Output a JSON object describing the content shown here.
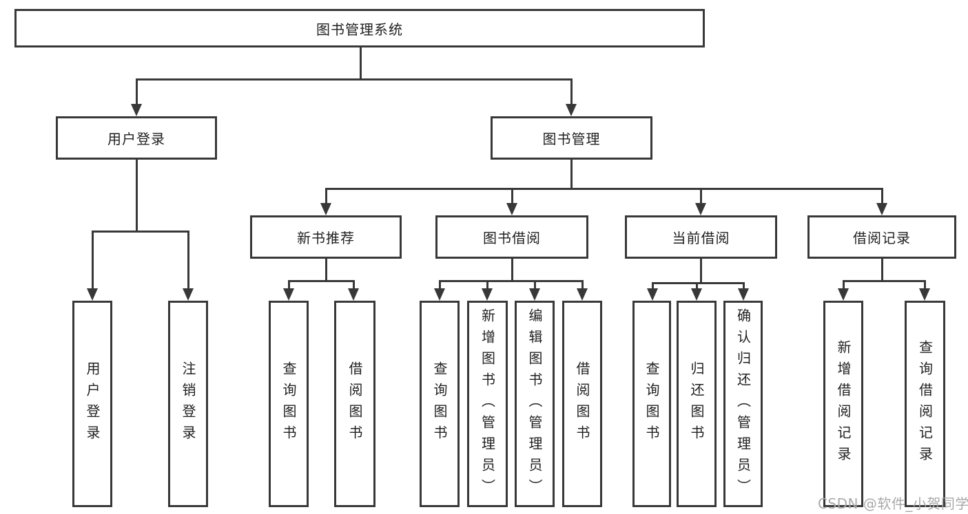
{
  "tree": {
    "label": "图书管理系统",
    "children": [
      {
        "label": "用户登录",
        "children": [
          {
            "label": "用户登录"
          },
          {
            "label": "注销登录"
          }
        ]
      },
      {
        "label": "图书管理",
        "children": [
          {
            "label": "新书推荐",
            "children": [
              {
                "label": "查询图书"
              },
              {
                "label": "借阅图书"
              }
            ]
          },
          {
            "label": "图书借阅",
            "children": [
              {
                "label": "查询图书"
              },
              {
                "label": "新增图书（管理员）"
              },
              {
                "label": "编辑图书（管理员）"
              },
              {
                "label": "借阅图书"
              }
            ]
          },
          {
            "label": "当前借阅",
            "children": [
              {
                "label": "查询图书"
              },
              {
                "label": "归还图书"
              },
              {
                "label": "确认归还（管理员）"
              }
            ]
          },
          {
            "label": "借阅记录",
            "children": [
              {
                "label": "新增借阅记录"
              },
              {
                "label": "查询借阅记录"
              }
            ]
          }
        ]
      }
    ]
  },
  "watermark": {
    "text": "CSDN @软件_小贺同学"
  },
  "colors": {
    "line": "#383838",
    "text": "#1f1f1f",
    "watermark": "#a9a9a9",
    "background": "#ffffff"
  }
}
